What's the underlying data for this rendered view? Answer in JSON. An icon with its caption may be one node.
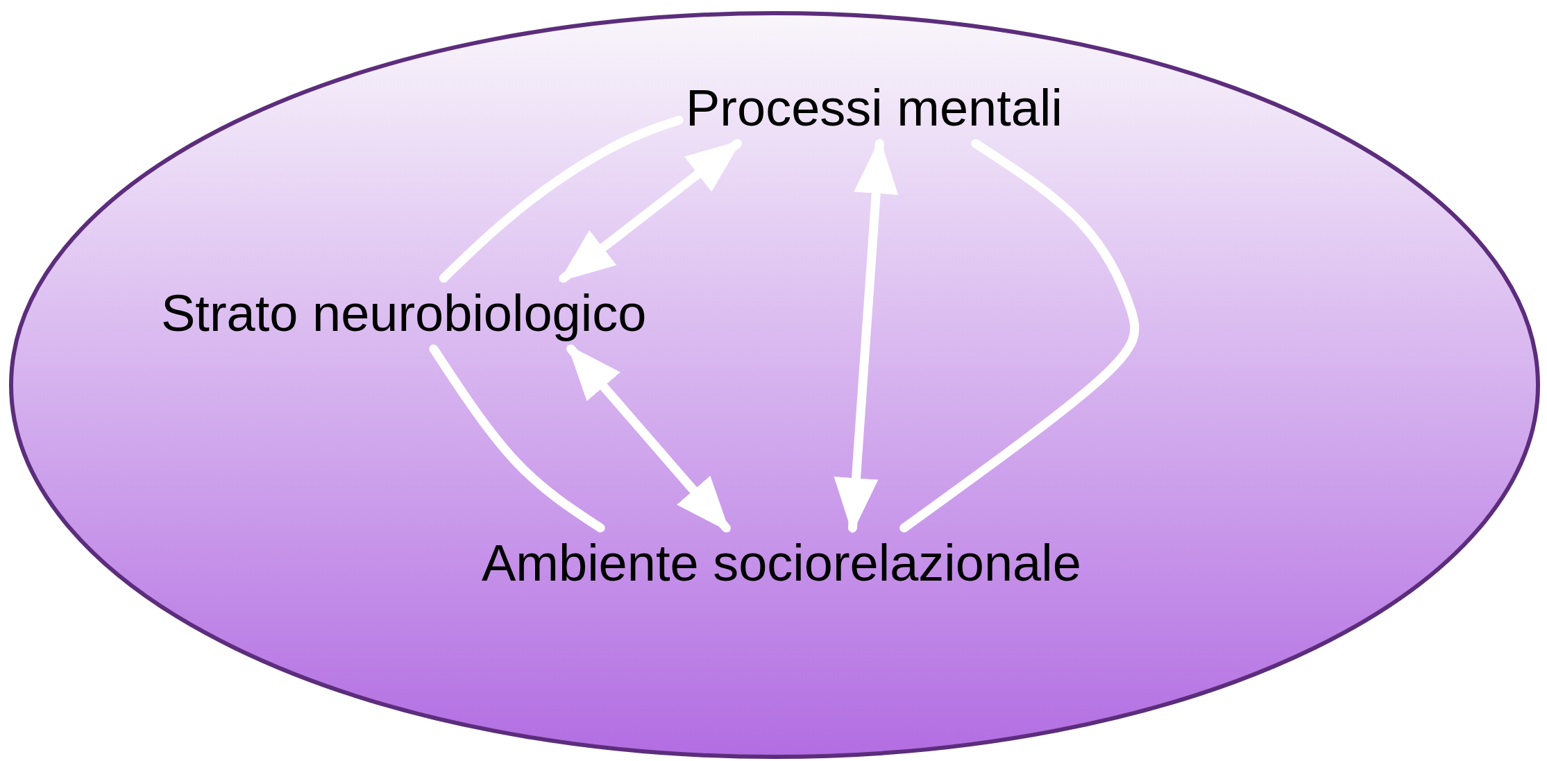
{
  "diagram": {
    "nodes": [
      {
        "text": [
          "Processi mentali"
        ]
      },
      {
        "text": [
          "Strato neurobiologico"
        ]
      },
      {
        "text": [
          "Ambiente sociorelazionale"
        ]
      }
    ],
    "edges": [
      {
        "from": 0,
        "to": 1,
        "arrow": "both"
      },
      {
        "from": 1,
        "to": 2,
        "arrow": "both"
      },
      {
        "from": 0,
        "to": 2,
        "arrow": "both"
      },
      {
        "from": 1,
        "to": 0,
        "arrow": "none"
      },
      {
        "from": 0,
        "to": 2,
        "arrow": "none"
      },
      {
        "from": 1,
        "to": 2,
        "arrow": "none"
      }
    ]
  }
}
